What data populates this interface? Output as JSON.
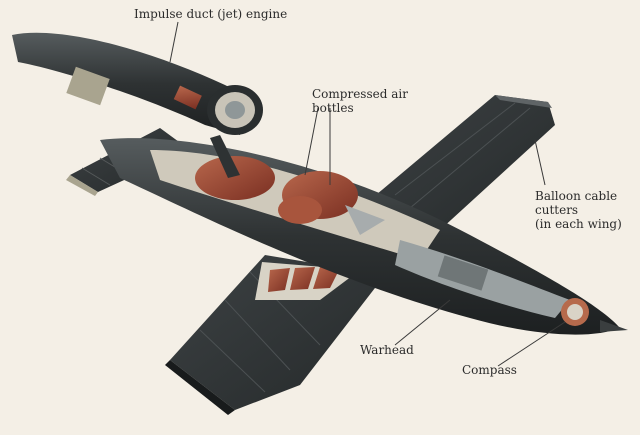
{
  "labels": {
    "engine": "Impulse duct (jet) engine",
    "air_line1": "Compressed air",
    "air_line2": "bottles",
    "cutter_line1": "Balloon cable",
    "cutter_line2": "cutters",
    "cutter_line3": "(in each wing)",
    "warhead": "Warhead",
    "compass": "Compass"
  },
  "colors": {
    "background": "#f4efe6",
    "hull_dark": "#2e3233",
    "hull_mid": "#4a5052",
    "interior_red": "#8b3a2a",
    "interior_light": "#c97a5e",
    "metal_grey": "#8f9798",
    "leader_line": "#3a3a3a"
  }
}
